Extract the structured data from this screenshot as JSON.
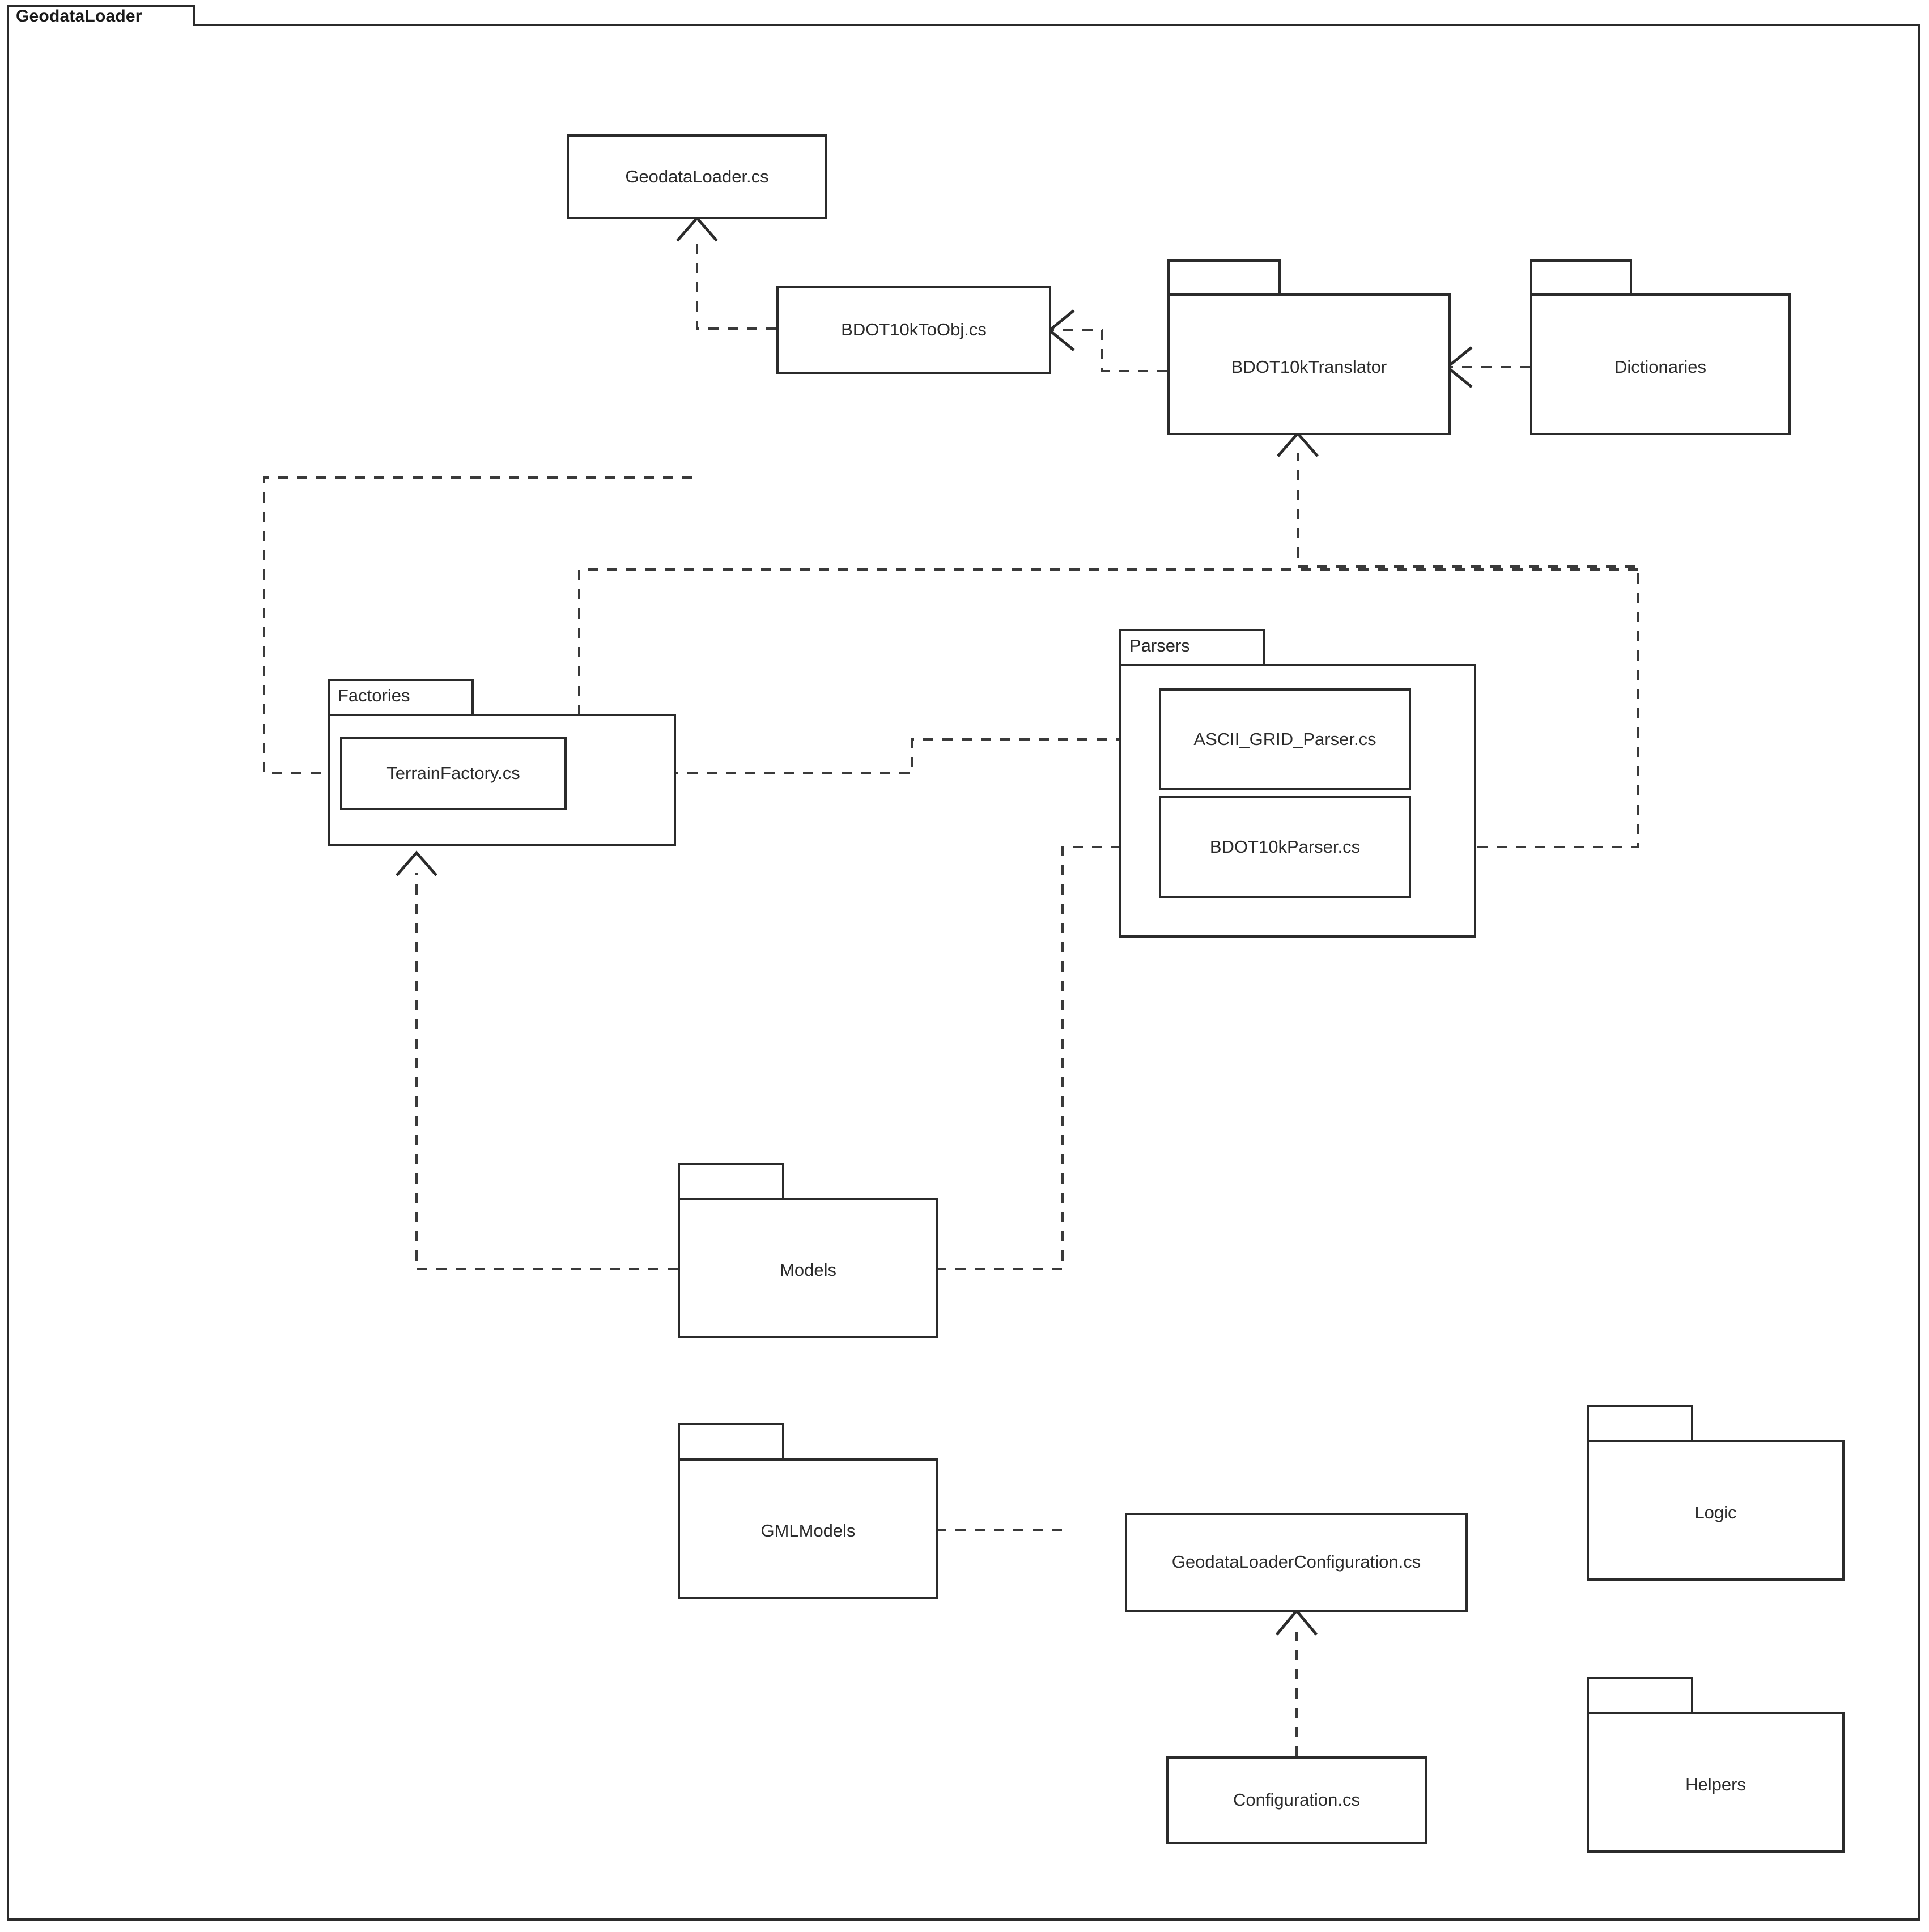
{
  "diagram": {
    "type": "uml-package-diagram",
    "root_package": "GeodataLoader",
    "background_color": "#ffffff",
    "line_color": "#2b2b2b",
    "text_color": "#2b2b2b"
  },
  "nodes": {
    "geodata_loader_cs": "GeodataLoader.cs",
    "bdot10k_to_obj_cs": "BDOT10kToObj.cs",
    "bdot10k_translator": "BDOT10kTranslator",
    "dictionaries": "Dictionaries",
    "factories": "Factories",
    "terrain_factory_cs": "TerrainFactory.cs",
    "parsers": "Parsers",
    "ascii_grid_parser_cs": "ASCII_GRID_Parser.cs",
    "bdot10k_parser_cs": "BDOT10kParser.cs",
    "models": "Models",
    "gml_models": "GMLModels",
    "geodata_loader_configuration_cs": "GeodataLoaderConfiguration.cs",
    "configuration_cs": "Configuration.cs",
    "logic": "Logic",
    "helpers": "Helpers"
  },
  "relations": [
    {
      "from": "BDOT10kToObj.cs",
      "to": "GeodataLoader.cs",
      "style": "dashed",
      "arrow": "open-triangle"
    },
    {
      "from": "BDOT10kTranslator",
      "to": "BDOT10kToObj.cs",
      "style": "dashed",
      "arrow": "open-arrow"
    },
    {
      "from": "Dictionaries",
      "to": "BDOT10kTranslator",
      "style": "dashed",
      "arrow": "open-arrow"
    },
    {
      "from": "BDOT10kParser.cs",
      "to": "BDOT10kTranslator",
      "style": "dashed",
      "arrow": "open-triangle"
    },
    {
      "from": "TerrainFactory.cs",
      "to": "GeodataLoader.cs",
      "style": "dashed",
      "arrow": "open-triangle"
    },
    {
      "from": "ASCII_GRID_Parser.cs",
      "to": "TerrainFactory.cs",
      "style": "dashed",
      "arrow": "open-arrow"
    },
    {
      "from": "Factories",
      "to": "BDOT10kParser.cs",
      "style": "dashed",
      "arrow": "none"
    },
    {
      "from": "Models",
      "to": "Factories",
      "style": "dashed",
      "arrow": "open-triangle"
    },
    {
      "from": "Models",
      "to": "BDOT10kParser.cs",
      "style": "dashed",
      "arrow": "open-arrow"
    },
    {
      "from": "GMLModels",
      "to": "BDOT10kParser.cs",
      "style": "dashed",
      "arrow": "open-arrow"
    },
    {
      "from": "Configuration.cs",
      "to": "GeodataLoaderConfiguration.cs",
      "style": "dashed",
      "arrow": "open-triangle"
    }
  ]
}
